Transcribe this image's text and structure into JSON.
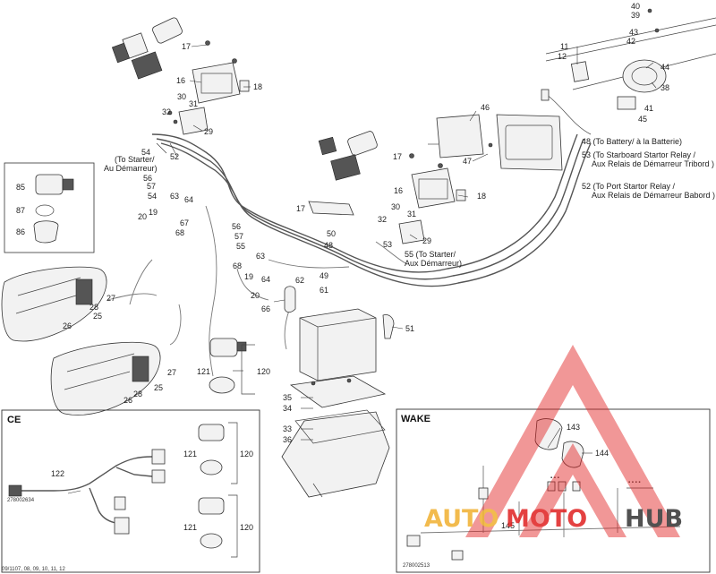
{
  "labels": [
    {
      "id": "17a",
      "text": "17"
    },
    {
      "id": "16a",
      "text": "16"
    },
    {
      "id": "18a",
      "text": "18"
    },
    {
      "id": "30a",
      "text": "30"
    },
    {
      "id": "31a",
      "text": "31"
    },
    {
      "id": "32a",
      "text": "32"
    },
    {
      "id": "29a",
      "text": "29"
    },
    {
      "id": "52",
      "text": "52"
    },
    {
      "id": "54",
      "text": "54"
    },
    {
      "id": "56a",
      "text": "56"
    },
    {
      "id": "57a",
      "text": "57"
    },
    {
      "id": "54b",
      "text": "54"
    },
    {
      "id": "63a",
      "text": "63"
    },
    {
      "id": "64a",
      "text": "64"
    },
    {
      "id": "20a",
      "text": "20"
    },
    {
      "id": "19a",
      "text": "19"
    },
    {
      "id": "67",
      "text": "67"
    },
    {
      "id": "68a",
      "text": "68"
    },
    {
      "id": "85",
      "text": "85"
    },
    {
      "id": "87",
      "text": "87"
    },
    {
      "id": "86",
      "text": "86"
    },
    {
      "id": "27a",
      "text": "27"
    },
    {
      "id": "28a",
      "text": "28"
    },
    {
      "id": "25a",
      "text": "25"
    },
    {
      "id": "26a",
      "text": "26"
    },
    {
      "id": "27b",
      "text": "27"
    },
    {
      "id": "28b",
      "text": "28"
    },
    {
      "id": "25b",
      "text": "25"
    },
    {
      "id": "26b",
      "text": "26"
    },
    {
      "id": "121a",
      "text": "121"
    },
    {
      "id": "120a",
      "text": "120"
    },
    {
      "id": "56b",
      "text": "56"
    },
    {
      "id": "57b",
      "text": "57"
    },
    {
      "id": "55a",
      "text": "55"
    },
    {
      "id": "68b",
      "text": "68"
    },
    {
      "id": "63b",
      "text": "63"
    },
    {
      "id": "19b",
      "text": "19"
    },
    {
      "id": "64b",
      "text": "64"
    },
    {
      "id": "20b",
      "text": "20"
    },
    {
      "id": "66",
      "text": "66"
    },
    {
      "id": "62",
      "text": "62"
    },
    {
      "id": "49",
      "text": "49"
    },
    {
      "id": "61",
      "text": "61"
    },
    {
      "id": "51",
      "text": "51"
    },
    {
      "id": "50",
      "text": "50"
    },
    {
      "id": "48b",
      "text": "48"
    },
    {
      "id": "17b",
      "text": "17"
    },
    {
      "id": "17c",
      "text": "17"
    },
    {
      "id": "16b",
      "text": "16"
    },
    {
      "id": "18b",
      "text": "18"
    },
    {
      "id": "30b",
      "text": "30"
    },
    {
      "id": "32b",
      "text": "32"
    },
    {
      "id": "31b",
      "text": "31"
    },
    {
      "id": "29b",
      "text": "29"
    },
    {
      "id": "53",
      "text": "53"
    },
    {
      "id": "46",
      "text": "46"
    },
    {
      "id": "47",
      "text": "47"
    },
    {
      "id": "11",
      "text": "11"
    },
    {
      "id": "12",
      "text": "12"
    },
    {
      "id": "40",
      "text": "40"
    },
    {
      "id": "39",
      "text": "39"
    },
    {
      "id": "43",
      "text": "43"
    },
    {
      "id": "42",
      "text": "42"
    },
    {
      "id": "44",
      "text": "44"
    },
    {
      "id": "38",
      "text": "38"
    },
    {
      "id": "41",
      "text": "41"
    },
    {
      "id": "45",
      "text": "45"
    },
    {
      "id": "35",
      "text": "35"
    },
    {
      "id": "34",
      "text": "34"
    },
    {
      "id": "33",
      "text": "33"
    },
    {
      "id": "36",
      "text": "36"
    },
    {
      "id": "122",
      "text": "122"
    },
    {
      "id": "121b",
      "text": "121"
    },
    {
      "id": "120b",
      "text": "120"
    },
    {
      "id": "121c",
      "text": "121"
    },
    {
      "id": "120c",
      "text": "120"
    },
    {
      "id": "143",
      "text": "143"
    },
    {
      "id": "144",
      "text": "144"
    },
    {
      "id": "145",
      "text": "145"
    }
  ],
  "callouts": {
    "to_starter_1": "(To Starter/",
    "to_starter_2": "Au Démarreur)",
    "to_battery": "48 (To Battery/ à la Batterie)",
    "stbd_1": "53 (To Starboard Startor Relay /",
    "stbd_2": "Aux Relais de Démarreur Tribord )",
    "port_1": "52 (To Port Startor Relay /",
    "port_2": "Aux Relais de Démarreur Babord )",
    "starter55_1": "55 (To Starter/",
    "starter55_2": "Aux Démarreur)"
  },
  "panels": {
    "ce_title": "CE",
    "ce_code": "278002634",
    "wake_title": "WAKE",
    "wake_code": "278002513"
  },
  "footer": "09/1107, 08, 09, 10, 11, 12",
  "watermark": {
    "part1": "AUTO",
    "part2": "MOTO",
    "part3": "HUB",
    "color1": "#f0b030",
    "color2": "#e02020",
    "color3": "#333333",
    "triangle_color": "#e02020"
  }
}
